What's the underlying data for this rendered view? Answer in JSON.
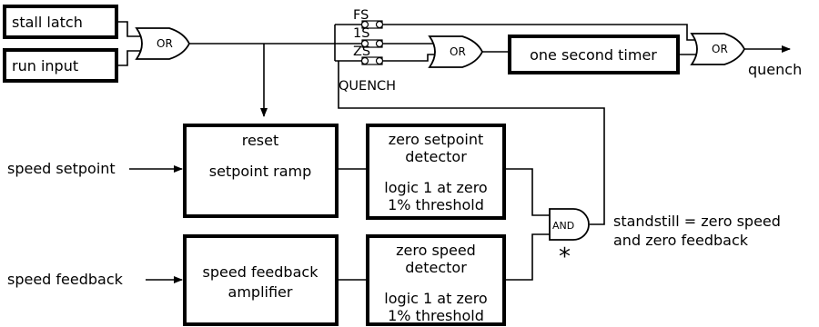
{
  "inputs": {
    "stall_latch": "stall latch",
    "run_input": "run input",
    "speed_setpoint": "speed setpoint",
    "speed_feedback": "speed feedback"
  },
  "gates": {
    "or_input": "OR",
    "or_select": "OR",
    "or_output": "OR",
    "and_standstill": "AND"
  },
  "switches": {
    "fs": "FS",
    "one_s": "1S",
    "zs": "ZS",
    "group_label": "QUENCH"
  },
  "timer": "one second timer",
  "output_label": "quench",
  "setpoint_ramp": {
    "reset": "reset",
    "title": "setpoint ramp"
  },
  "feedback_amp": {
    "line1": "speed feedback",
    "line2": "amplifier"
  },
  "zero_setpoint": {
    "line1": "zero setpoint",
    "line2": "detector",
    "line3": "logic 1 at zero",
    "line4": "1% threshold"
  },
  "zero_speed": {
    "line1": "zero speed",
    "line2": "detector",
    "line3": "logic 1 at zero",
    "line4": "1% threshold"
  },
  "standstill": {
    "line1": "standstill = zero speed",
    "line2": "and zero feedback"
  },
  "asterisk": "*"
}
